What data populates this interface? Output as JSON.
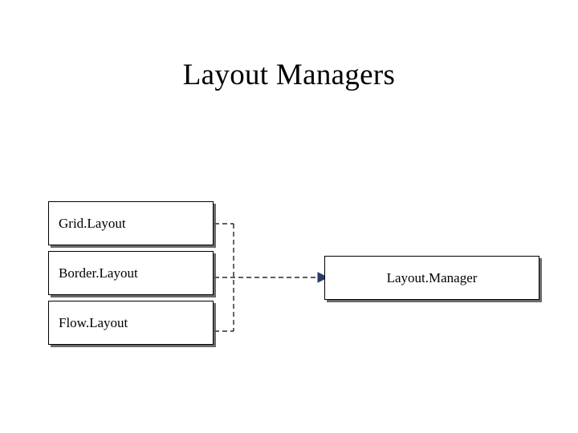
{
  "slide": {
    "title": "Layout Managers",
    "background_color": "#ffffff",
    "text_color": "#000000"
  },
  "diagram": {
    "type": "block-diagram",
    "left_nodes": [
      {
        "id": "grid-layout",
        "label": "Grid.Layout"
      },
      {
        "id": "border-layout",
        "label": "Border.Layout"
      },
      {
        "id": "flow-layout",
        "label": "Flow.Layout"
      }
    ],
    "right_nodes": [
      {
        "id": "layout-manager",
        "label": "Layout.Manager"
      }
    ],
    "connector": {
      "style": "dashed",
      "color": "#000000",
      "arrow_head": "filled-triangle",
      "from": [
        "grid-layout",
        "border-layout",
        "flow-layout"
      ],
      "to": "layout-manager"
    },
    "node_style": {
      "fill": "#ffffff",
      "border": "#000000",
      "shadow": "#505050"
    }
  }
}
